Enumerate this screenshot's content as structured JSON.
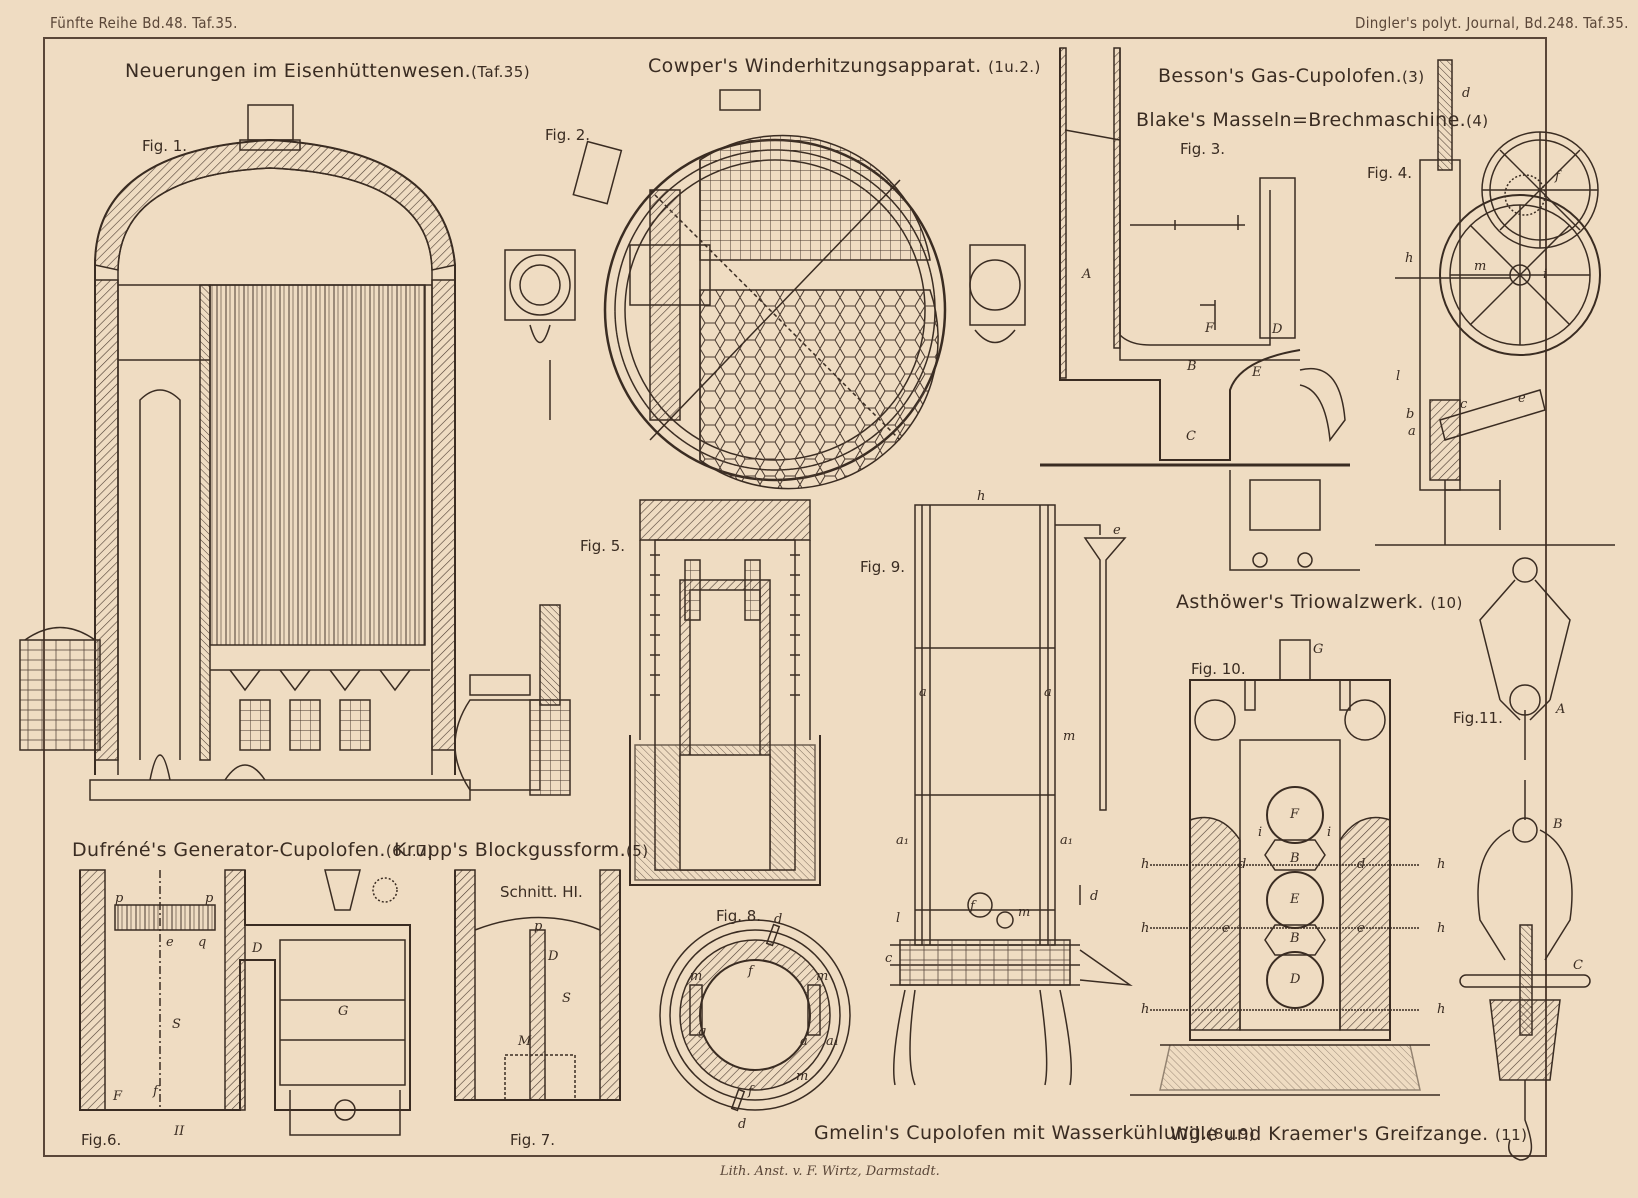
{
  "header": {
    "left": "Fünfte Reihe Bd.48. Taf.35.",
    "right": "Dingler's polyt. Journal, Bd.248. Taf.35."
  },
  "titles": {
    "main": "Neuerungen im Eisenhüttenwesen.",
    "main_ref": "(Taf.35)",
    "cowper": "Cowper's Winderhitzungsapparat.",
    "cowper_ref": "(1u.2.)",
    "besson": "Besson's Gas-Cupolofen.",
    "besson_ref": "(3)",
    "blake": "Blake's Masseln=Brechmaschine.",
    "blake_ref": "(4)",
    "asthoewer": "Asthöwer's Triowalzwerk.",
    "asthoewer_ref": "(10)",
    "dufrene": "Dufréné's Generator-Cupolofen.",
    "dufrene_ref": "(6u.7)",
    "krupp": "Krupp's Blockgussform.",
    "krupp_ref": "(5)",
    "gmelin": "Gmelin's Cupolofen mit Wasserkühlung.",
    "gmelin_ref": "(8u.9)",
    "wille": "Wille und Kraemer's Greifzange.",
    "wille_ref": "(11)"
  },
  "figures": {
    "fig1": "Fig. 1.",
    "fig2": "Fig. 2.",
    "fig3": "Fig. 3.",
    "fig4": "Fig. 4.",
    "fig5": "Fig. 5.",
    "fig6": "Fig.6.",
    "fig7": "Fig. 7.",
    "fig8": "Fig. 8.",
    "fig9": "Fig. 9.",
    "fig10": "Fig. 10.",
    "fig11": "Fig.11."
  },
  "labels": {
    "schnitt": "Schnitt. HI.",
    "fig3_letters": [
      "A",
      "B",
      "C",
      "D",
      "E",
      "F"
    ],
    "fig4_letters": [
      "d",
      "f",
      "h",
      "m",
      "i",
      "l",
      "b",
      "c",
      "e",
      "a"
    ],
    "fig9_letters": [
      "h",
      "e",
      "a",
      "a",
      "m",
      "a₁",
      "a₁",
      "d",
      "f",
      "m",
      "l",
      "c"
    ],
    "fig10_letters": [
      "G",
      "F",
      "E",
      "D",
      "B",
      "B",
      "i",
      "i",
      "h",
      "h",
      "h",
      "h",
      "h",
      "h",
      "d",
      "d",
      "e",
      "e"
    ],
    "fig11_letters": [
      "A",
      "B",
      "C"
    ],
    "fig6_letters": [
      "p",
      "p",
      "e",
      "q",
      "S",
      "f",
      "F",
      "II",
      "D",
      "G"
    ],
    "fig7_letters": [
      "p",
      "D",
      "S",
      "M"
    ],
    "fig8_letters": [
      "d",
      "m",
      "m",
      "f",
      "g",
      "a",
      "a₁",
      "m",
      "f",
      "d"
    ]
  },
  "imprint": "Lith. Anst. v. F. Wirtz, Darmstadt."
}
